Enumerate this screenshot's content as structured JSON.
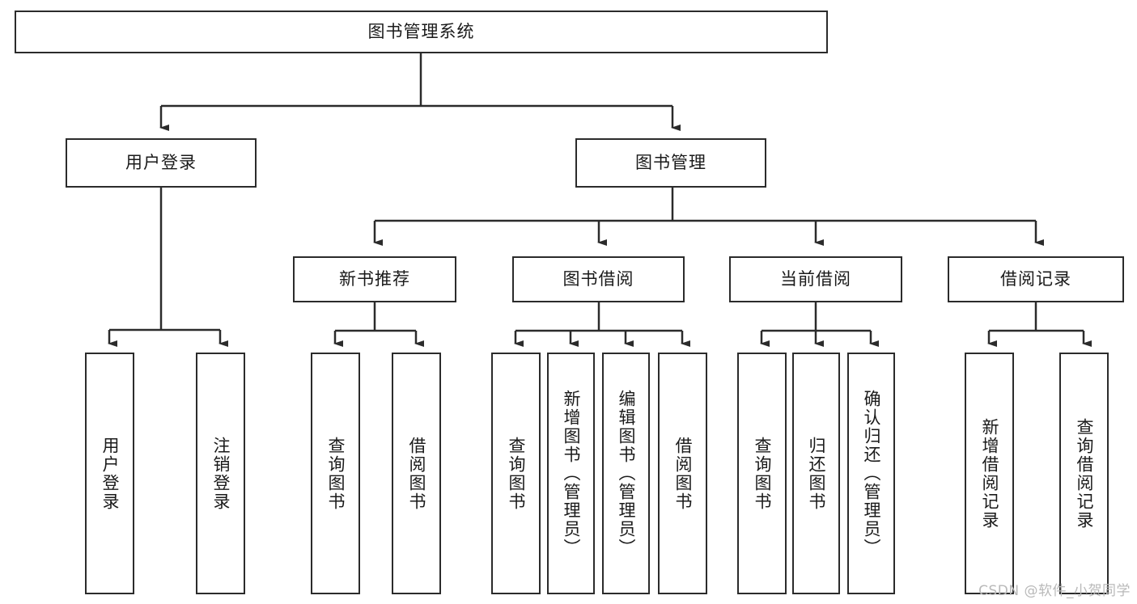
{
  "diagram": {
    "title": "图书管理系统",
    "type": "tree-hierarchy-chart",
    "colors": {
      "box_border": "#2b2b2b",
      "box_fill": "#ffffff",
      "edge": "#2b2b2b",
      "text": "#1a1a1a",
      "watermark": "#b9b9b9",
      "background": "#ffffff"
    },
    "nodes": {
      "root": {
        "label": "图书管理系统"
      },
      "level2": [
        {
          "label": "用户登录"
        },
        {
          "label": "图书管理"
        }
      ],
      "level3": [
        {
          "label": "新书推荐"
        },
        {
          "label": "图书借阅"
        },
        {
          "label": "当前借阅"
        },
        {
          "label": "借阅记录"
        }
      ],
      "leaves_user_login": [
        {
          "label": "用户登录"
        },
        {
          "label": "注销登录"
        }
      ],
      "leaves_new_book": [
        {
          "label": "查询图书"
        },
        {
          "label": "借阅图书"
        }
      ],
      "leaves_borrow": [
        {
          "label": "查询图书"
        },
        {
          "label": "新增图书（管理员）"
        },
        {
          "label": "编辑图书（管理员）"
        },
        {
          "label": "借阅图书"
        }
      ],
      "leaves_current": [
        {
          "label": "查询图书"
        },
        {
          "label": "归还图书"
        },
        {
          "label": "确认归还（管理员）"
        }
      ],
      "leaves_records": [
        {
          "label": "新增借阅记录"
        },
        {
          "label": "查询借阅记录"
        }
      ]
    },
    "watermark": "CSDN @软件_小贺同学"
  }
}
